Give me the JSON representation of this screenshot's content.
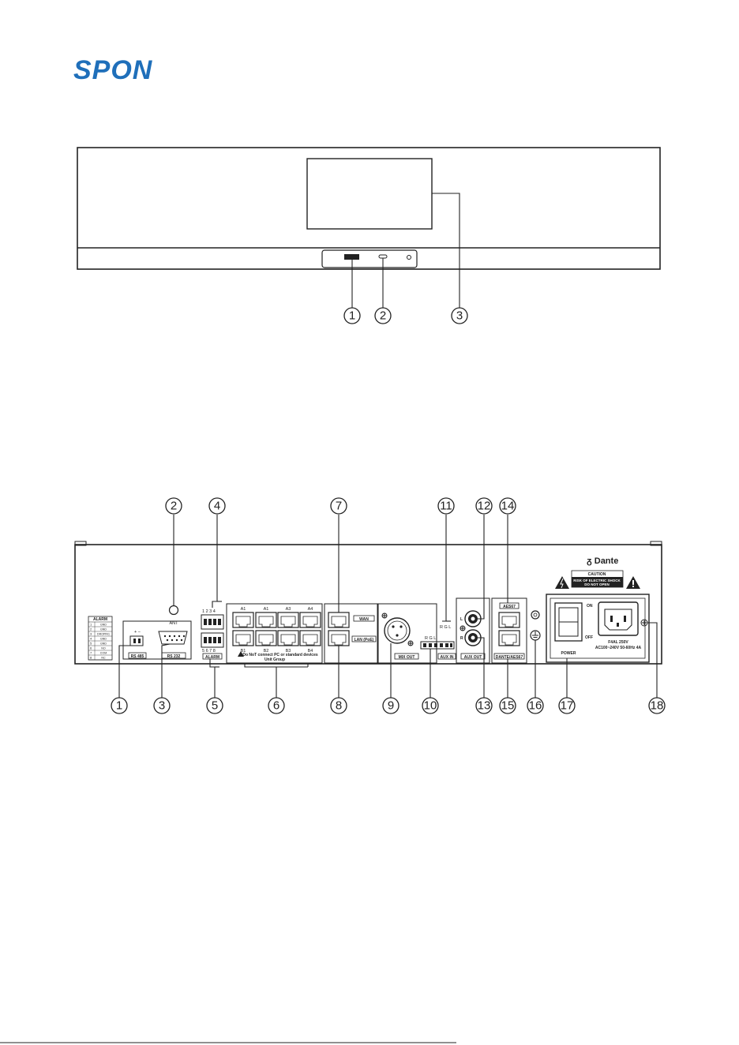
{
  "brand": {
    "name": "SPON",
    "color": "#1f6fba"
  },
  "front_panel": {
    "callouts": [
      "1",
      "2",
      "3"
    ]
  },
  "rear_panel": {
    "callouts_top": [
      "2",
      "4",
      "7",
      "11",
      "12",
      "14"
    ],
    "callouts_bottom": [
      "1",
      "3",
      "5",
      "6",
      "8",
      "9",
      "10",
      "13",
      "15",
      "16",
      "17",
      "18"
    ],
    "alarm_table": {
      "title": "ALARM",
      "rows": [
        [
          "1",
          "GND"
        ],
        [
          "2",
          "GND"
        ],
        [
          "3",
          "DROPIN1"
        ],
        [
          "4",
          "GND"
        ],
        [
          "5",
          "GND"
        ],
        [
          "6",
          "NO"
        ],
        [
          "7",
          "COM"
        ],
        [
          "8",
          "NC"
        ]
      ]
    },
    "rs485": "RS 485",
    "rs232": "RS 232",
    "ant": "ANT",
    "alarm_label": "ALARM",
    "alarm_pins_top": "1 2 3 4",
    "alarm_pins_bottom": "5 6 7 8",
    "port_labels_top": [
      "A1",
      "A1",
      "A3",
      "A4"
    ],
    "port_labels_bottom": [
      "B1",
      "B2",
      "B3",
      "B4"
    ],
    "unit_warning": "Do NoT connect PC or standard devices",
    "unit_group": "Unit Group",
    "wan": "WAN",
    "lan": "LAN (PoE)",
    "mix_out": "MIX OUT",
    "aux_in": "AUX IN",
    "aux_in_pins": "R G L",
    "aux_in_pins2": "R G L",
    "aux_out": "AUX OUT",
    "l": "L",
    "r": "R",
    "aes67": "AES67",
    "dante_aes67": "DANTE/AES67",
    "dante": "Dante",
    "caution_title": "CAUTION",
    "caution_line1": "RISK OF ELECTRIC SHOCK",
    "caution_line2": "DO NOT OPEN",
    "power": "POWER",
    "on": "ON",
    "off": "OFF",
    "fuse": "F4AL 250V",
    "rating": "AC100~240V 50-60Hz 4A"
  }
}
